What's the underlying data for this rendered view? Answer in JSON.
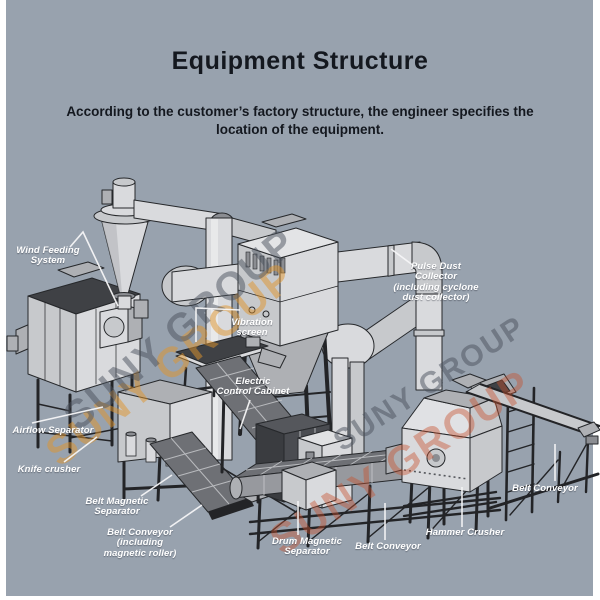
{
  "colors": {
    "background": "#98a2ae",
    "heading_text": "#14181f",
    "label_text": "#ffffff",
    "watermark_gray": "#4b525e",
    "watermark_orange": "#e0952d",
    "watermark_red": "#c7502c"
  },
  "header": {
    "title": "Equipment Structure",
    "subtitle": "According to the customer’s factory structure, the engineer specifies the\nlocation of the equipment."
  },
  "watermark": {
    "text": "SUNY GROUP"
  },
  "labels": {
    "wind_feeding": {
      "text": "Wind Feeding\nSystem"
    },
    "pulse_dust": {
      "text": "Pulse Dust\nCollector\n(including cyclone\ndust collector)"
    },
    "vibration_screen": {
      "text": "Vibration\nscreen"
    },
    "electric_cabinet": {
      "text": "Electric\nControl Cabinet"
    },
    "airflow_separator": {
      "text": "Airflow Separator"
    },
    "knife_crusher": {
      "text": "Knife crusher"
    },
    "belt_magnetic": {
      "text": "Belt Magnetic\nSeparator"
    },
    "belt_conveyor_magnetic": {
      "text": "Belt Conveyor\n(including\nmagnetic roller)"
    },
    "drum_magnetic": {
      "text": "Drum Magnetic\nSeparator"
    },
    "belt_conveyor_bottom": {
      "text": "Belt Conveyor"
    },
    "hammer_crusher": {
      "text": "Hammer Crusher"
    },
    "belt_conveyor_right": {
      "text": "Belt Conveyor"
    }
  }
}
